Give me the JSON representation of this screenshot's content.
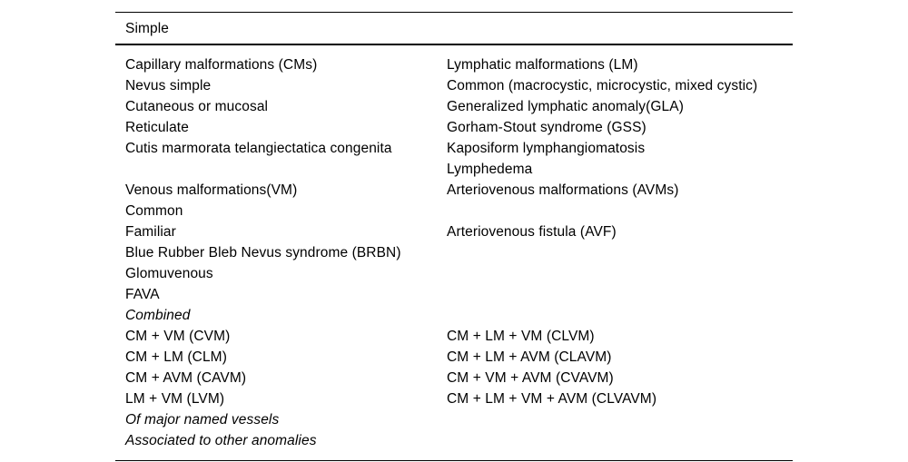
{
  "table": {
    "header": "Simple",
    "rows": [
      {
        "left": "Capillary malformations (CMs)",
        "right": "Lymphatic malformations (LM)",
        "left_style": "normal",
        "right_style": "normal"
      },
      {
        "left": "Nevus simple",
        "right": "Common (macrocystic, microcystic, mixed cystic)",
        "left_style": "normal",
        "right_style": "normal"
      },
      {
        "left": "Cutaneous or mucosal",
        "right": "Generalized lymphatic anomaly(GLA)",
        "left_style": "normal",
        "right_style": "normal"
      },
      {
        "left": "Reticulate",
        "right": "Gorham-Stout syndrome (GSS)",
        "left_style": "normal",
        "right_style": "normal"
      },
      {
        "left": "Cutis marmorata telangiectatica congenita",
        "right": "Kaposiform lymphangiomatosis",
        "left_style": "normal",
        "right_style": "normal"
      },
      {
        "left": "",
        "right": "Lymphedema",
        "left_style": "normal",
        "right_style": "normal"
      },
      {
        "left": "Venous malformations(VM)",
        "right": "Arteriovenous malformations (AVMs)",
        "left_style": "normal",
        "right_style": "normal"
      },
      {
        "left": "Common",
        "right": "",
        "left_style": "normal",
        "right_style": "normal"
      },
      {
        "left": "Familiar",
        "right": "Arteriovenous fistula (AVF)",
        "left_style": "normal",
        "right_style": "normal"
      },
      {
        "left": "Blue Rubber Bleb Nevus syndrome (BRBN)",
        "right": "",
        "left_style": "normal",
        "right_style": "normal"
      },
      {
        "left": "Glomuvenous",
        "right": "",
        "left_style": "normal",
        "right_style": "normal"
      },
      {
        "left": "FAVA",
        "right": "",
        "left_style": "normal",
        "right_style": "normal"
      },
      {
        "left": "Combined",
        "right": "",
        "left_style": "italic",
        "right_style": "normal"
      },
      {
        "left": "CM  +  VM (CVM)",
        "right": "CM  +  LM  +  VM (CLVM)",
        "left_style": "normal",
        "right_style": "normal"
      },
      {
        "left": "CM  +  LM (CLM)",
        "right": "CM  +  LM  +  AVM (CLAVM)",
        "left_style": "normal",
        "right_style": "normal"
      },
      {
        "left": "CM  +  AVM (CAVM)",
        "right": "CM  +  VM  +  AVM (CVAVM)",
        "left_style": "normal",
        "right_style": "normal"
      },
      {
        "left": "LM  +  VM (LVM)",
        "right": "CM  +  LM  +  VM  +  AVM (CLVAVM)",
        "left_style": "normal",
        "right_style": "normal"
      },
      {
        "left": "Of major named vessels",
        "right": "",
        "left_style": "italic",
        "right_style": "normal"
      },
      {
        "left": "Associated to other anomalies",
        "right": "",
        "left_style": "italic",
        "right_style": "normal"
      }
    ]
  },
  "colors": {
    "text": "#000000",
    "rule": "#000000",
    "background": "#ffffff"
  }
}
